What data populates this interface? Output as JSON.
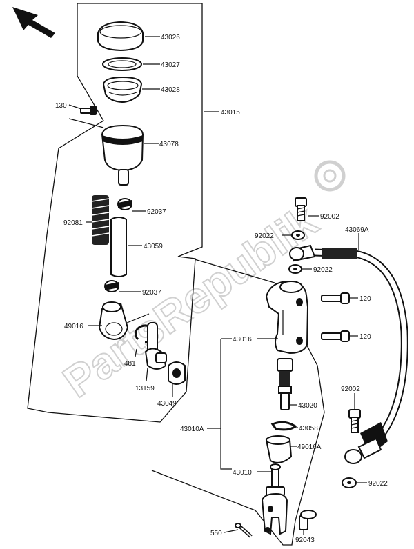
{
  "watermark": "PartsRepublik",
  "labels": {
    "43026": "43026",
    "43027": "43027",
    "43028": "43028",
    "130": "130",
    "43015": "43015",
    "43078": "43078",
    "92081": "92081",
    "92037a": "92037",
    "43059": "43059",
    "92037b": "92037",
    "49016": "49016",
    "481": "481",
    "13159": "13159",
    "43049": "43049",
    "92002a": "92002",
    "92022a": "92022",
    "43069A": "43069A",
    "92022b": "92022",
    "120a": "120",
    "43016": "43016",
    "120b": "120",
    "43020": "43020",
    "92002b": "92002",
    "43010A": "43010A",
    "43058": "43058",
    "49016A": "49016A",
    "43010": "43010",
    "92022c": "92022",
    "550": "550",
    "92043": "92043"
  }
}
